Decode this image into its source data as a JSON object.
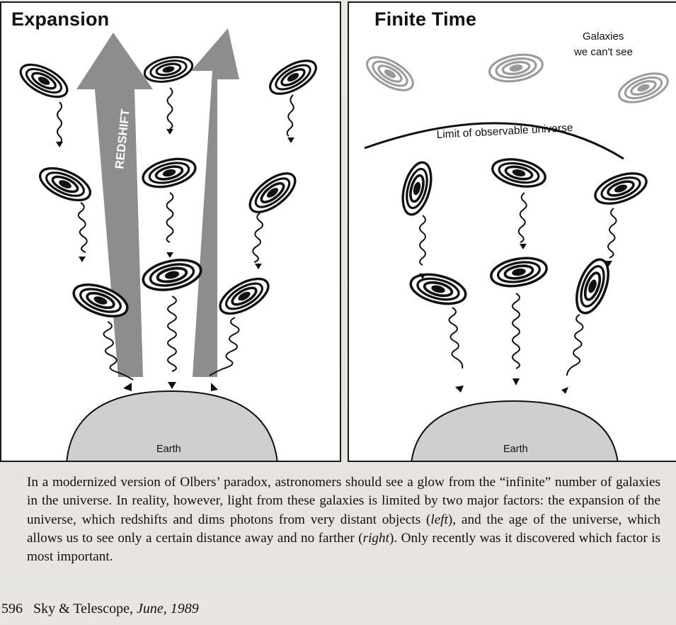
{
  "panels": {
    "left": {
      "title": "Expansion",
      "arrow_label_1": "REDSHIFT",
      "arrow_label_2": "REDSHIFT",
      "planet_label": "Earth"
    },
    "right": {
      "title": "Finite Time",
      "galaxies_label_line1": "Galaxies",
      "galaxies_label_line2": "we can't see",
      "limit_label": "Limit of observable universe",
      "planet_label": "Earth"
    }
  },
  "caption": {
    "text_1": "In a modernized version of Olbers’ paradox, astronomers should see a glow from the “infinite” number of galaxies in the universe. In reality, however, light from these galaxies is limited by two major factors: the expansion of the universe, which redshifts and dims photons from very distant objects (",
    "italic_1": "left",
    "text_2": "), and the age of the universe, which allows us to see only a certain distance away and no farther (",
    "italic_2": "right",
    "text_3": "). Only recently was it discovered which factor is most important."
  },
  "footer": {
    "page_number": "596",
    "magazine": "Sky & Telescope,",
    "date": "June, 1989"
  },
  "colors": {
    "arrow_gray": "#8d8d8d",
    "planet_gray": "#cfcfcf",
    "ink": "#111111",
    "faded_galaxy": "#9a9a9a"
  }
}
